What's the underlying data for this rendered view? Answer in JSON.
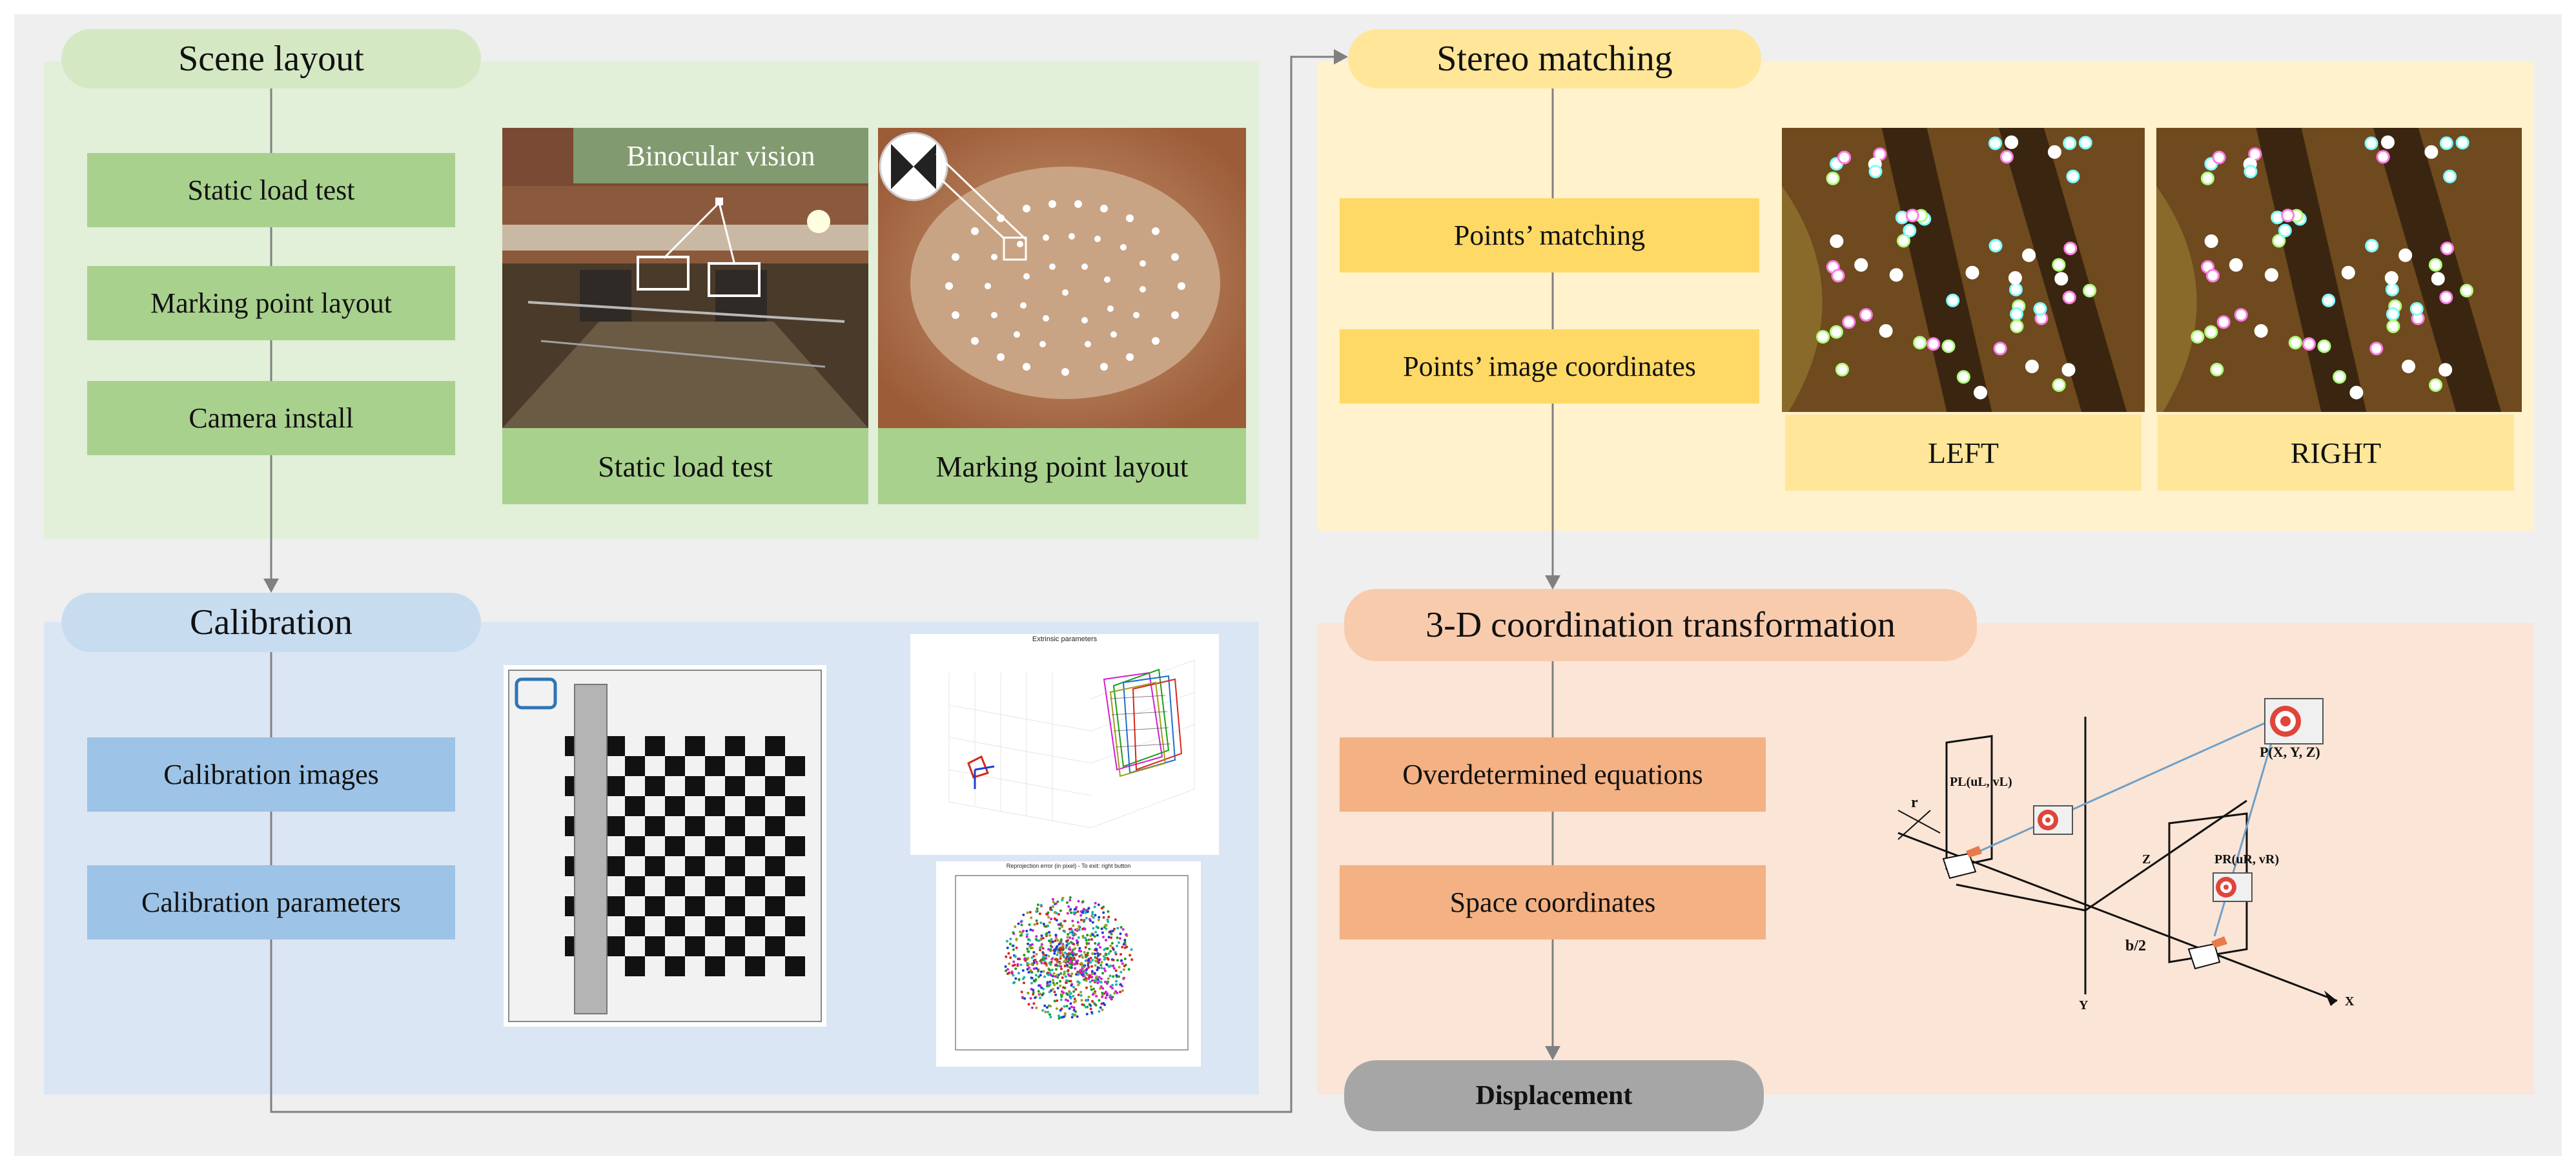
{
  "scene": {
    "title": "Scene layout",
    "steps": [
      "Static load test",
      "Marking point layout",
      "Camera install"
    ],
    "photo1_label": "Binocular vision",
    "photo1_caption": "Static load test",
    "photo2_caption": "Marking point layout"
  },
  "calibration": {
    "title": "Calibration",
    "steps": [
      "Calibration images",
      "Calibration parameters"
    ],
    "plot1_title": "Extrinsic parameters",
    "plot2_title": "Reprojection error (in pixel) - To exit: right button"
  },
  "stereo": {
    "title": "Stereo matching",
    "steps": [
      "Points’ matching",
      "Points’ image coordinates"
    ],
    "left_caption": "LEFT",
    "right_caption": "RIGHT"
  },
  "transform": {
    "title": "3-D coordination transformation",
    "steps": [
      "Overdetermined equations",
      "Space coordinates"
    ],
    "eq_p": "P(X, Y, Z)",
    "eq_pl": "PL(uL, vL)",
    "eq_pr": "PR(uR, vR)",
    "lbl_r": "r",
    "lbl_b2": "b/2",
    "lbl_x": "X",
    "lbl_y": "Y",
    "lbl_z": "Z"
  },
  "output": {
    "title": "Displacement"
  },
  "colors": {
    "green_panel": "#e2efd9",
    "green_box": "#a9d18e",
    "green_pill": "#d5e8c4",
    "blue_panel": "#dbe6f4",
    "blue_box": "#9dc3e6",
    "blue_pill": "#c8dcf0",
    "yellow_panel": "#fff2cc",
    "yellow_box": "#ffd966",
    "yellow_pill": "#ffe699",
    "orange_panel": "#fbe5d6",
    "orange_box": "#f4b183",
    "orange_pill": "#f8cbad",
    "gray_pill": "#a6a6a6"
  }
}
